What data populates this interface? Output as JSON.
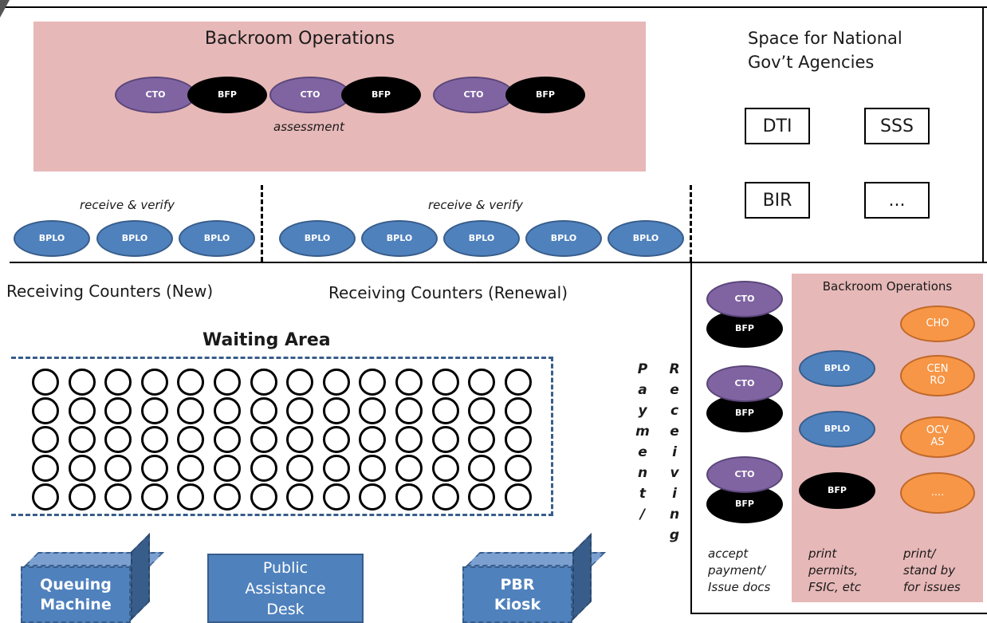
{
  "top_section": {
    "title": "Backroom Operations",
    "counters": [
      "CTO",
      "BFP",
      "CTO",
      "BFP",
      "CTO",
      "BFP"
    ],
    "caption": "assessment"
  },
  "agencies": {
    "title_line1": "Space for National",
    "title_line2": "Gov’t Agencies",
    "boxes": [
      "DTI",
      "SSS",
      "BIR",
      "..."
    ]
  },
  "receiving": {
    "new": {
      "caption": "receive & verify",
      "counters": [
        "BPLO",
        "BPLO",
        "BPLO"
      ],
      "label": "Receiving Counters (New)"
    },
    "renewal": {
      "caption": "receive & verify",
      "counters": [
        "BPLO",
        "BPLO",
        "BPLO",
        "BPLO",
        "BPLO"
      ],
      "label": "Receiving Counters (Renewal)"
    }
  },
  "waiting_area": {
    "title": "Waiting Area",
    "rows": 5,
    "cols": 14
  },
  "vertical_labels": {
    "payment": [
      "P",
      "a",
      "y",
      "m",
      "e",
      "n",
      "t",
      "/"
    ],
    "receiving": [
      "R",
      "e",
      "c",
      "e",
      "i",
      "v",
      "i",
      "n",
      "g"
    ]
  },
  "bottom_right": {
    "backroom_title": "Backroom Operations",
    "payment_counters": [
      {
        "top": "CTO",
        "bottom": "BFP"
      },
      {
        "top": "CTO",
        "bottom": "BFP"
      },
      {
        "top": "CTO",
        "bottom": "BFP"
      }
    ],
    "print_counters": [
      "BPLO",
      "BPLO",
      "BFP"
    ],
    "offices": [
      "CHO",
      "CEN\nRO",
      "OCV\nAS",
      "...."
    ],
    "captions": [
      [
        "accept",
        "payment/",
        "Issue docs"
      ],
      [
        "print",
        "permits,",
        "FSIC, etc"
      ],
      [
        "print/",
        "stand by",
        "for issues"
      ]
    ]
  },
  "bottom_boxes": {
    "queuing": "Queuing\nMachine",
    "assistance": "Public\nAssistance\nDesk",
    "kiosk": "PBR\nKiosk"
  },
  "colors": {
    "cto": "#8064a2",
    "bfp": "#000000",
    "bplo": "#4f81bd",
    "office": "#f79646",
    "backroom": "#e7b8b8"
  }
}
